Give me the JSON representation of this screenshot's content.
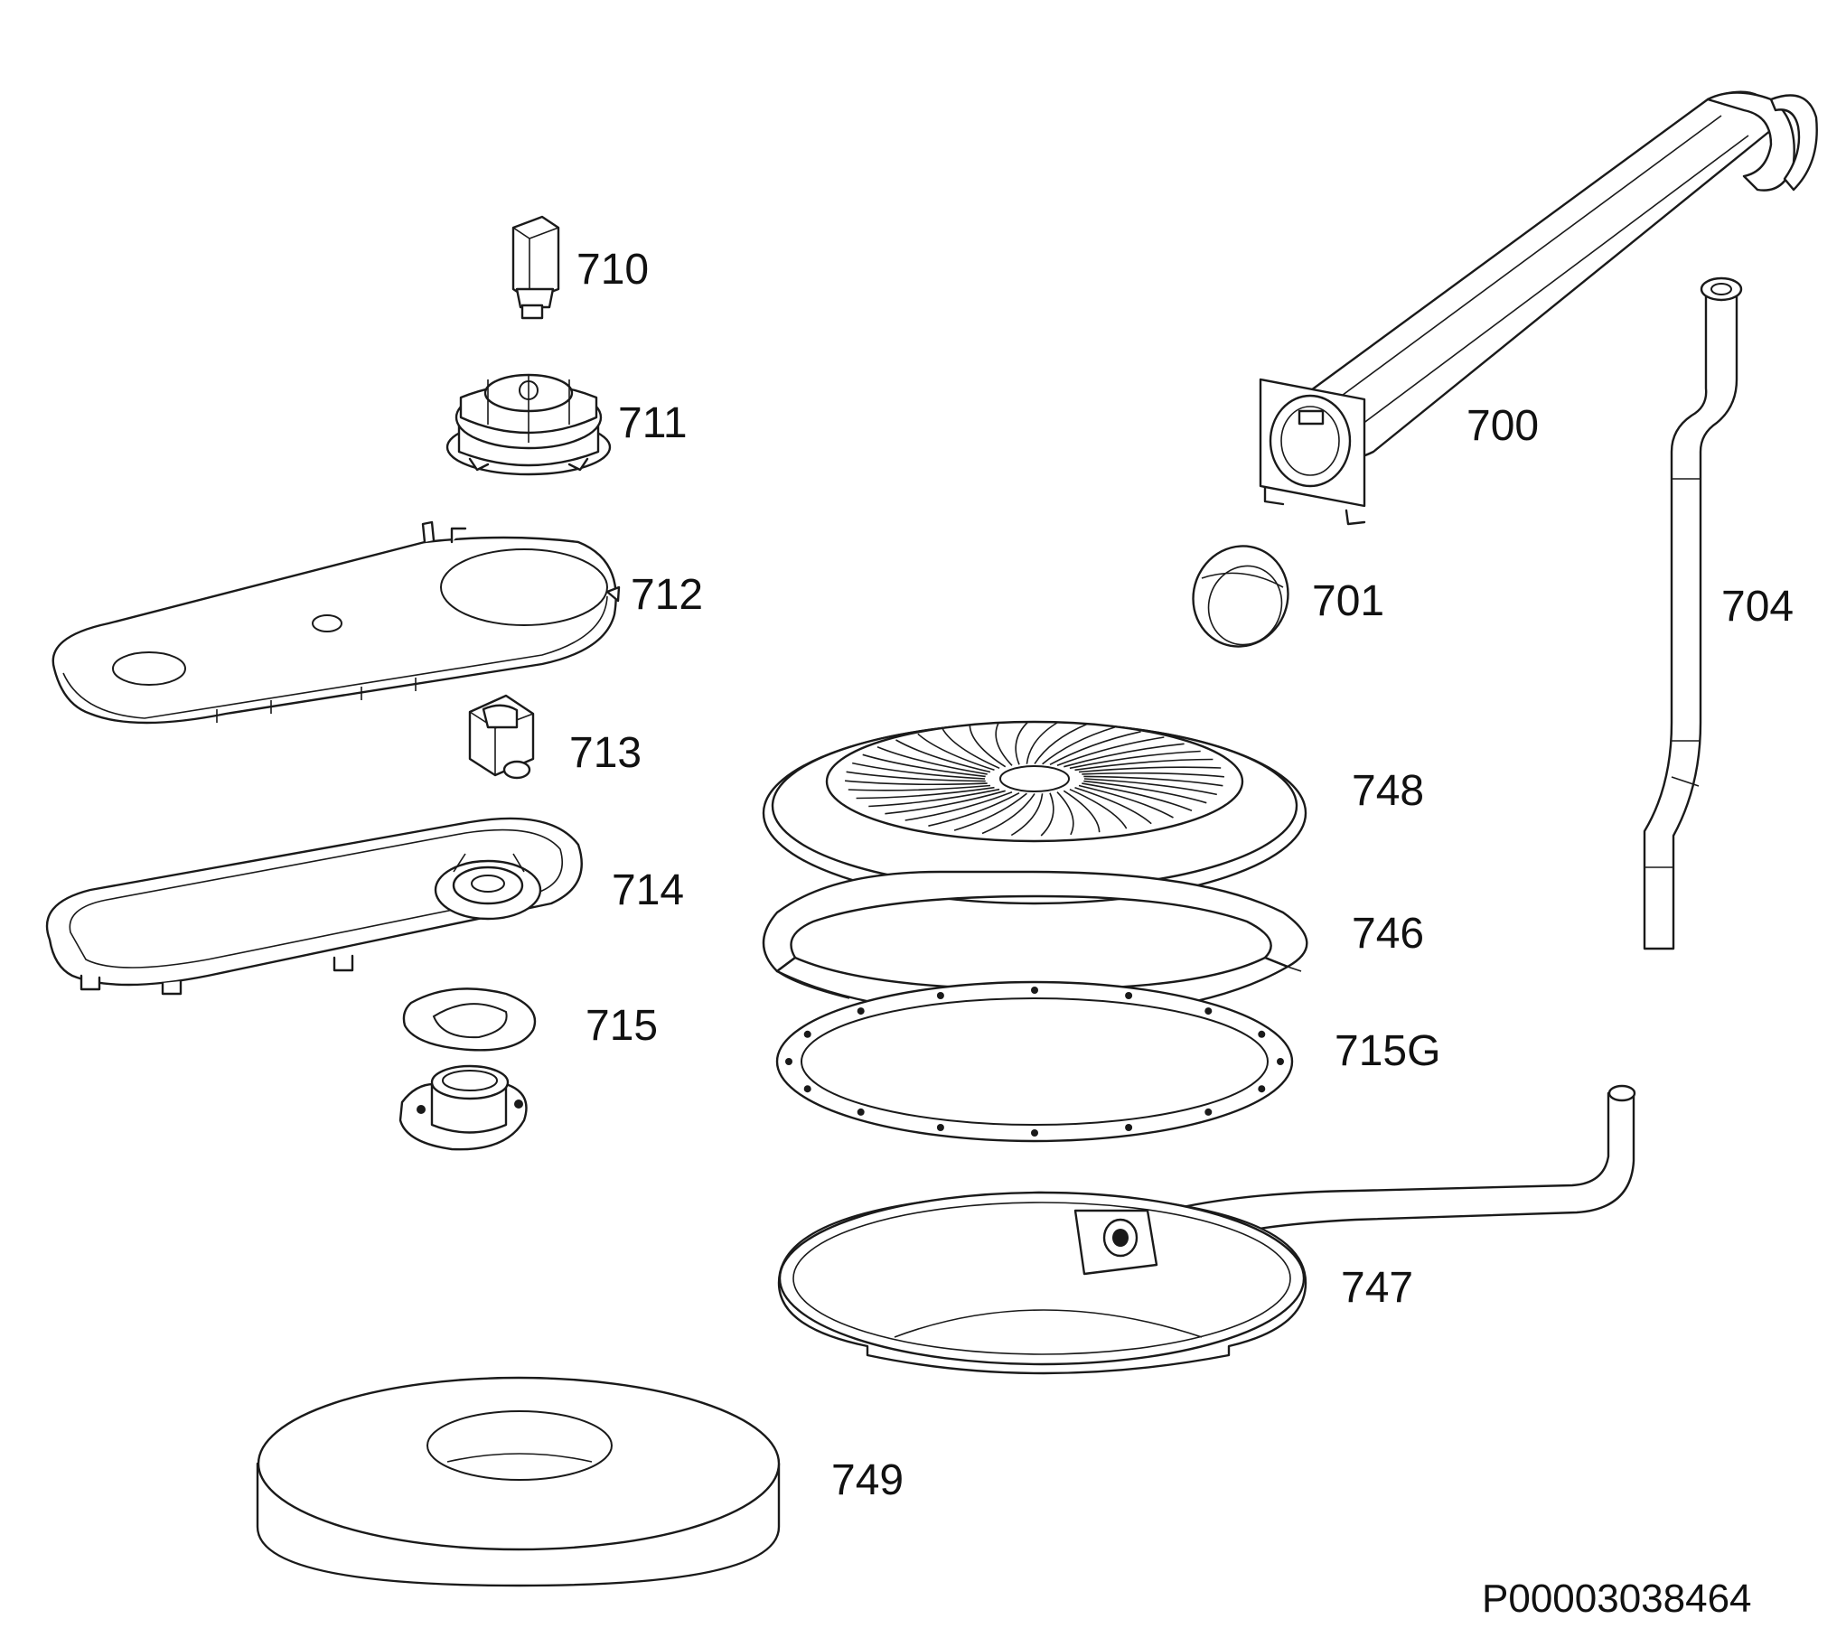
{
  "parts": [
    {
      "id": "p710",
      "label": "710"
    },
    {
      "id": "p711",
      "label": "711"
    },
    {
      "id": "p712",
      "label": "712"
    },
    {
      "id": "p713",
      "label": "713"
    },
    {
      "id": "p714",
      "label": "714"
    },
    {
      "id": "p715",
      "label": "715"
    },
    {
      "id": "p700",
      "label": "700"
    },
    {
      "id": "p701",
      "label": "701"
    },
    {
      "id": "p704",
      "label": "704"
    },
    {
      "id": "p748",
      "label": "748"
    },
    {
      "id": "p746",
      "label": "746"
    },
    {
      "id": "p715G",
      "label": "715G"
    },
    {
      "id": "p747",
      "label": "747"
    },
    {
      "id": "p749",
      "label": "749"
    }
  ],
  "document_id": "P00003038464",
  "colors": {
    "line": "#1a1a1a",
    "background": "#ffffff"
  }
}
